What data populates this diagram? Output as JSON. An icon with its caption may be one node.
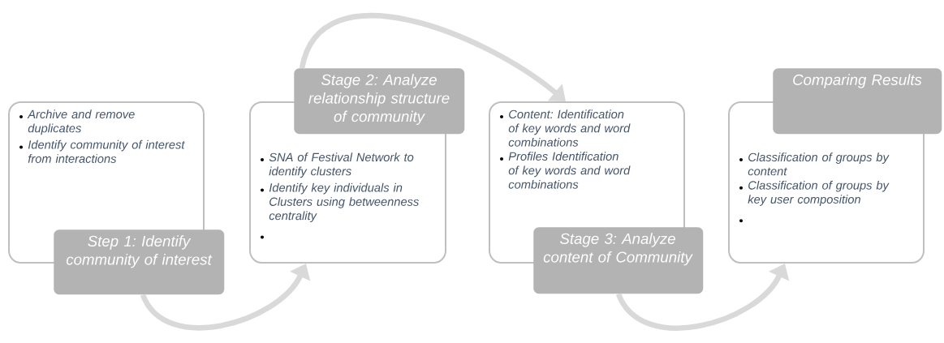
{
  "diagram": {
    "nodes": [
      {
        "text": [
          "Archive and remove duplicates",
          "Identify community of interest from interactions"
        ]
      },
      {
        "text": [
          "Step 1: Identify community of interest"
        ]
      },
      {
        "text": [
          "Stage 2: Analyze relationship structure of community"
        ]
      },
      {
        "text": [
          "SNA of Festival Network to identify clusters",
          "Identify key individuals in Clusters using betweenness centrality"
        ]
      },
      {
        "text": [
          "Content: Identification of key words and word combinations",
          "Profiles Identification of key words and word combinations"
        ]
      },
      {
        "text": [
          "Stage 3: Analyze content of Community"
        ]
      },
      {
        "text": [
          "Comparing Results"
        ]
      },
      {
        "text": [
          "Classification of groups by content",
          "Classification of groups by key user composition"
        ]
      }
    ],
    "edges": [
      {
        "from": 1,
        "to": 3,
        "arrow": "to"
      },
      {
        "from": 2,
        "to": 4,
        "arrow": "to"
      },
      {
        "from": 5,
        "to": 7,
        "arrow": "to"
      }
    ]
  }
}
